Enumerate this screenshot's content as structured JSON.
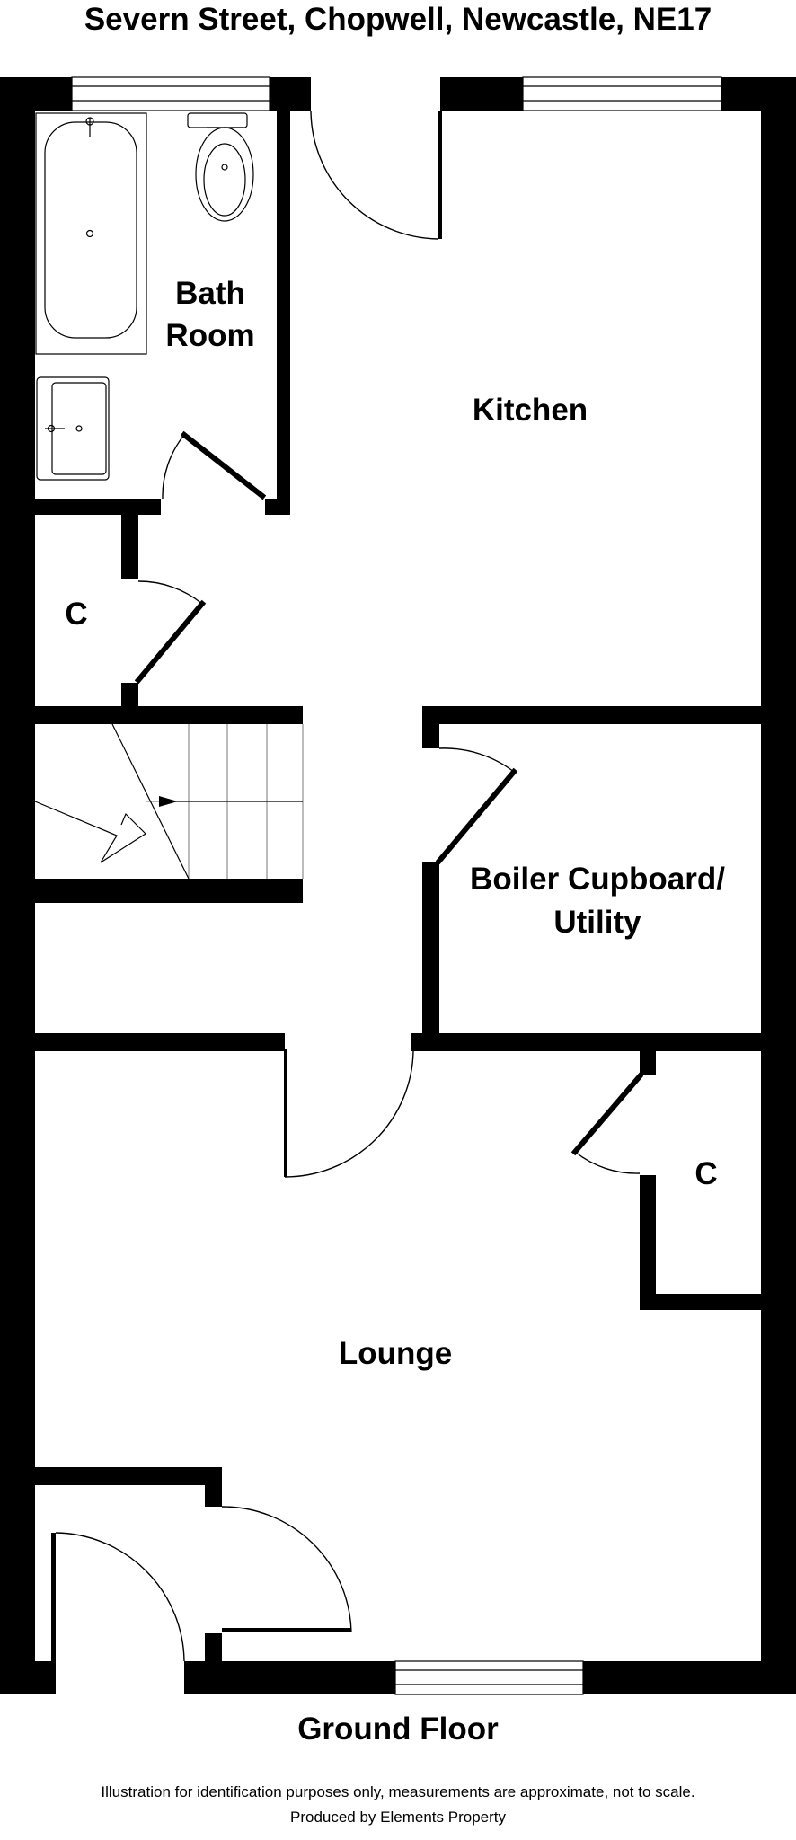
{
  "title": "Severn Street, Chopwell, Newcastle, NE17",
  "rooms": {
    "bath_line1": "Bath",
    "bath_line2": "Room",
    "kitchen": "Kitchen",
    "cupboard_upper": "C",
    "boiler_line1": "Boiler Cupboard/",
    "boiler_line2": "Utility",
    "cupboard_lower": "C",
    "lounge": "Lounge"
  },
  "floor_label": "Ground Floor",
  "disclaimer": "Illustration for identification purposes only, measurements are approximate, not to scale.",
  "produced_by": "Produced by Elements Property",
  "colors": {
    "wall": "#000000",
    "background": "#ffffff"
  }
}
